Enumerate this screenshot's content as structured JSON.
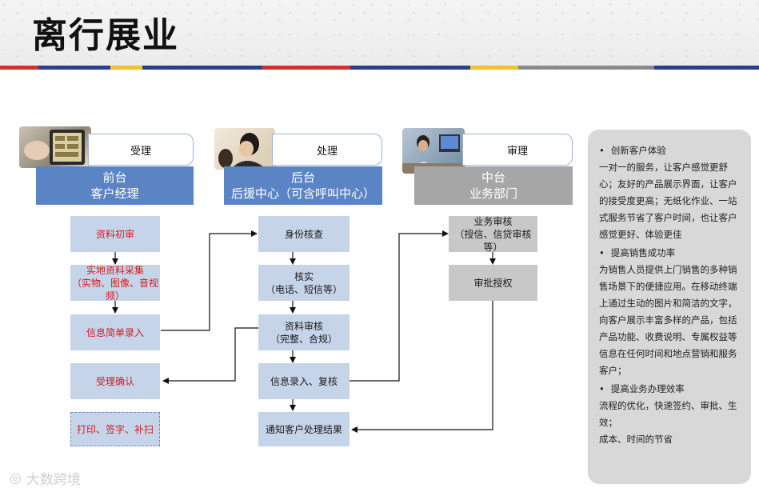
{
  "title": "离行展业",
  "stripe_colors": [
    "#d32f2f",
    "#2a3f8f",
    "#f2c12e",
    "#2a3f8f",
    "#d32f2f",
    "#2a3f8f",
    "#f2c12e",
    "#8a8a8a",
    "#2a3f8f"
  ],
  "columns": [
    {
      "tab": "受理",
      "band_line1": "前台",
      "band_line2": "客户经理",
      "band_color": "#5b84c4"
    },
    {
      "tab": "处理",
      "band_line1": "后台",
      "band_line2": "后援中心（可含呼叫中心）",
      "band_color": "#5b84c4"
    },
    {
      "tab": "审理",
      "band_line1": "中台",
      "band_line2": "业务部门",
      "band_color": "#a6a6a6"
    }
  ],
  "front_steps": [
    {
      "line1": "资料初审",
      "line2": ""
    },
    {
      "line1": "实地资料采集",
      "line2": "（实物、图像、音视频）"
    },
    {
      "line1": "信息简单录入",
      "line2": ""
    },
    {
      "line1": "受理确认",
      "line2": ""
    },
    {
      "line1": "打印、签字、补扫",
      "line2": ""
    }
  ],
  "back_steps": [
    {
      "line1": "身份核查",
      "line2": ""
    },
    {
      "line1": "核实",
      "line2": "（电话、短信等）"
    },
    {
      "line1": "资料审核",
      "line2": "（完整、合规）"
    },
    {
      "line1": "信息录入、复核",
      "line2": ""
    },
    {
      "line1": "通知客户处理结果",
      "line2": ""
    }
  ],
  "mid_steps": [
    {
      "line1": "业务审核",
      "line2": "（授信、信贷审核等）"
    },
    {
      "line1": "审批授权",
      "line2": ""
    }
  ],
  "panel": {
    "h1": "创新客户体验",
    "p1": "一对一的服务，让客户感觉更舒心；友好的产品展示界面，让客户的接受度更高；无纸化作业、一站式服务节省了客户时间，也让客户感觉更好、体验更佳",
    "h2": "提高销售成功率",
    "p2": "为销售人员提供上门销售的多种销售场景下的便捷应用。在移动终端上通过生动的图片和简洁的文字，向客户展示丰富多样的产品，包括产品功能、收费说明、专属权益等信息在任何时间和地点营销和服务客户；",
    "h3": "提高业务办理效率",
    "p3": "流程的优化，快速签约、审批、生效；",
    "p4": "成本、时间的节省"
  },
  "watermark": "大数跨境"
}
